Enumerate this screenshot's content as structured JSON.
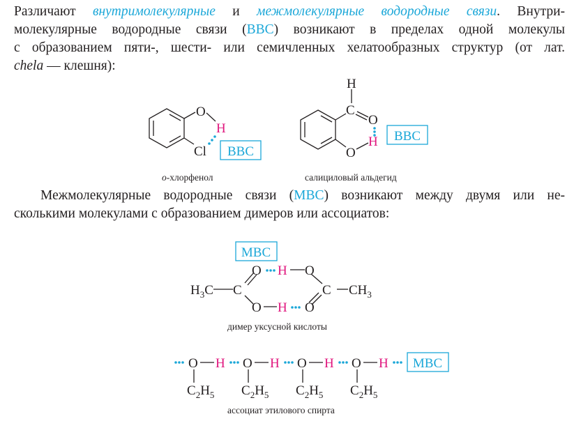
{
  "paragraph1": {
    "line1_a": "Различают ",
    "term_intra": "внутримолекулярные",
    "line1_b": " и ",
    "term_inter": "межмолекулярные водородные связи",
    "line1_c": ". Внутри-",
    "line2_a": "молекулярные водородные связи (",
    "abbr_bbc": "ВВС",
    "line2_b": ") возникают в пределах одной молекулы",
    "line3": "с образованием пяти-, шести- или семичленных хелатообразных структур (от лат.",
    "latin": "chela",
    "line4_b": " — клешня):"
  },
  "paragraph2": {
    "line1_a": "Межмолекулярные водородные связи (",
    "abbr_mbc": "МВС",
    "line1_b": ") возникают между двумя или не-",
    "line2": "сколькими молекулами с образованием димеров или ассоциатов:"
  },
  "captions": {
    "chlorophenol_prefix": "о",
    "chlorophenol_rest": "-хлорфенол",
    "salicylaldehyde": "салициловый альдегид",
    "acetic_dimer": "димер уксусной кислоты",
    "ethanol_associate": "ассоциат этилового спирта"
  },
  "labels": {
    "bbc": "ВВС",
    "mbc": "МВС",
    "O": "O",
    "H": "H",
    "Cl": "Cl",
    "C": "C",
    "H3C": "H",
    "sub3": "3",
    "CH3": "CH",
    "C2H5_C": "C",
    "sub2": "2",
    "C2H5_H": "H",
    "sub5": "5",
    "dash": "—"
  },
  "colors": {
    "text": "#231f20",
    "cyan": "#1ba7d8",
    "magenta": "#e0177e"
  }
}
